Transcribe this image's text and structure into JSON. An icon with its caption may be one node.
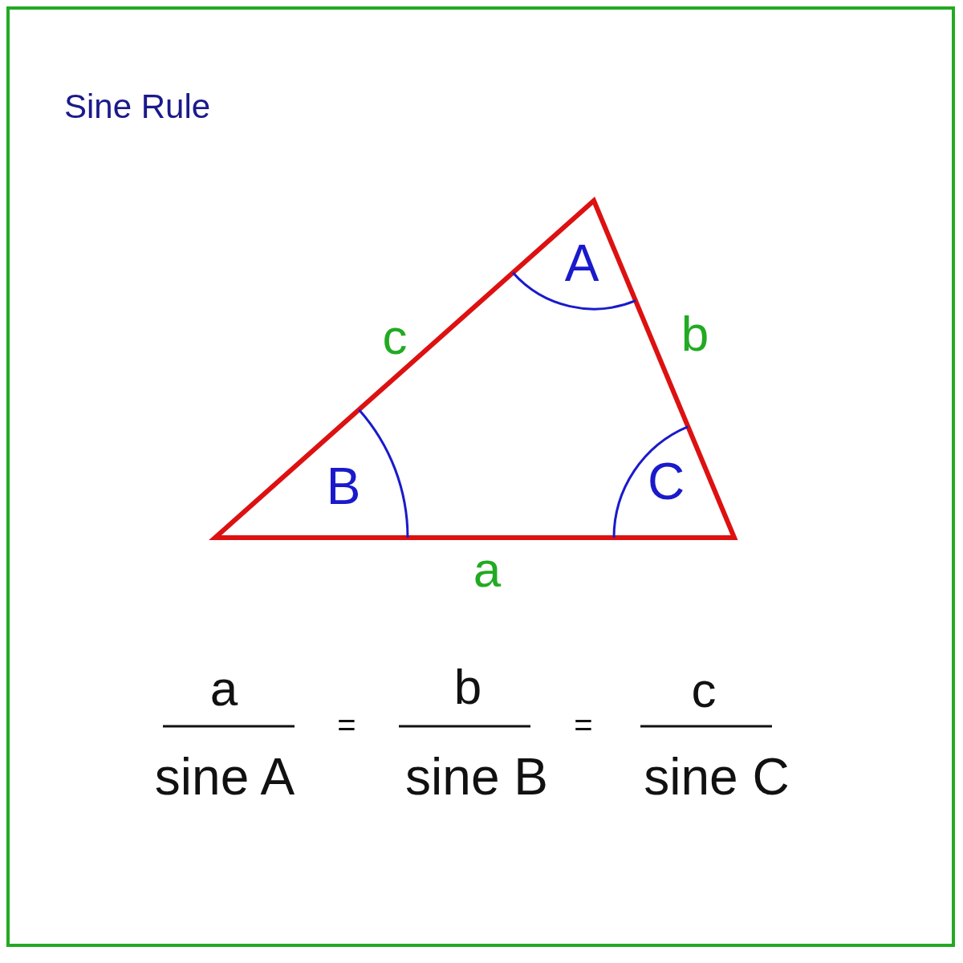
{
  "diagram": {
    "title": "Sine Rule",
    "labels": [
      "A",
      "c",
      "b",
      "B",
      "C",
      "a",
      "a",
      "b",
      "c",
      "=",
      "=",
      "sine A",
      "sine B",
      "sine C"
    ]
  }
}
